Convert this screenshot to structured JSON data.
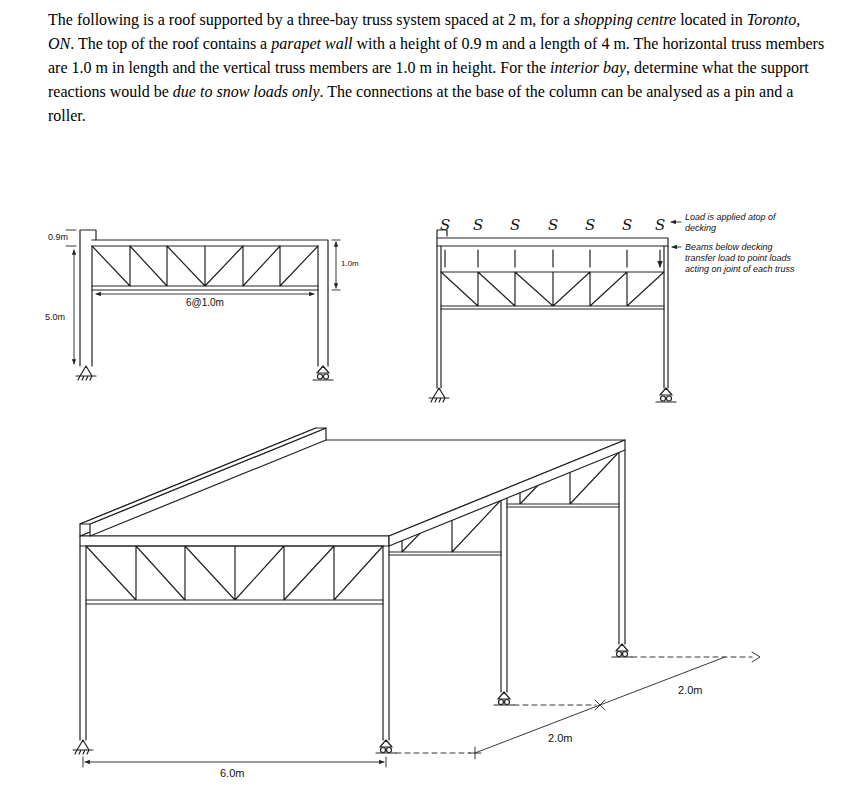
{
  "diagram": {
    "labels": [
      "The following is a roof supported by a three-bay truss system spaced at 2 m, for a ",
      "shopping centre",
      " located in ",
      "Toronto, ON",
      ". The top of the roof contains a ",
      "parapet wall",
      " with a height of 0.9 m and a length of 4 m. The horizontal truss members are 1.0 m in length and the vertical truss members are 1.0 m in height. For the ",
      "interior bay",
      ", determine what the support reactions would be ",
      "due to snow loads only",
      ". The connections at the base of the column can be analysed as a pin and a roller.",
      "0.9m",
      "5.0m",
      "6@1.0m",
      "1.0m",
      "S",
      "S",
      "S",
      "S",
      "S",
      "S",
      "S",
      "Load is applied atop of decking",
      "Beams below decking transfer load to point loads acting on joint of each truss",
      "6.0m",
      "2.0m",
      "2.0m"
    ]
  }
}
